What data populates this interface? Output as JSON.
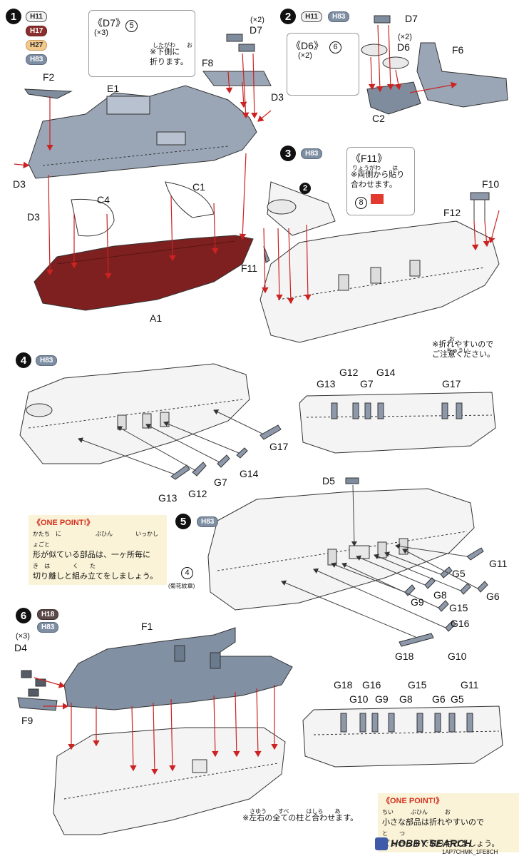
{
  "colors": {
    "gray_part": "#9aa6b6",
    "gray_dark": "#5f6d80",
    "red_hull": "#7e2020",
    "white_hull": "#f4f4f4",
    "arrow": "#cc2222",
    "line": "#444444"
  },
  "steps": {
    "s1": {
      "num": "1",
      "paints": [
        "H11",
        "H17",
        "H27",
        "H83"
      ],
      "d7box": {
        "title": "《D7》",
        "mult": "(×3)",
        "circle": "5",
        "ruby": "したがわ　　お",
        "note": "※下側に\n折ります。"
      },
      "labels": {
        "d7": "D7",
        "d7mult": "(×2)",
        "f8": "F8",
        "f2": "F2",
        "e1": "E1",
        "d3a": "D3",
        "d3b": "D3",
        "d3c": "D3",
        "c4": "C4",
        "c1": "C1",
        "a1": "A1"
      }
    },
    "s2": {
      "num": "2",
      "paints": [
        "H11",
        "H83"
      ],
      "d6box": {
        "title": "《D6》",
        "mult": "(×2)",
        "circle": "6"
      },
      "labels": {
        "d7": "D7",
        "d6mult": "(×2)",
        "d6": "D6",
        "f6": "F6",
        "c2": "C2"
      }
    },
    "s3": {
      "num": "3",
      "paints": [
        "H83"
      ],
      "sub": "2",
      "f11box": {
        "title": "《F11》",
        "ruby": "りょうがわ　　は",
        "note": "※両側から貼り\n合わせます。",
        "circle": "8"
      },
      "labels": {
        "f10": "F10",
        "f12": "F12",
        "f11": "F11"
      },
      "ruby2": "お",
      "warn": "※折れやすいので\nご注意ください。",
      "ruby3": "ちゅうい"
    },
    "s4": {
      "num": "4",
      "paints": [
        "H83"
      ],
      "labels": {
        "g17": "G17",
        "g14": "G14",
        "g7": "G7",
        "g12": "G12",
        "g13": "G13"
      },
      "side": {
        "g12": "G12",
        "g14": "G14",
        "g13": "G13",
        "g7": "G7",
        "g17": "G17"
      }
    },
    "onepoint1": {
      "head": "《ONE POINT!》",
      "ruby": "かたち　に　　　　　　ぶひん　　　　いっかしょごと",
      "line1": "形が似ている部品は、一ヶ所毎に",
      "ruby2": "き　は　　　　く　　た",
      "line2": "切り離しと組み立てをしましょう。"
    },
    "s5": {
      "num": "5",
      "paints": [
        "H83"
      ],
      "labels": {
        "d5": "D5",
        "c4note": "(菊花紋章)",
        "g11": "G11",
        "g5": "G5",
        "g6": "G6",
        "g8": "G8",
        "g15": "G15",
        "g9": "G9",
        "g16": "G16",
        "g18": "G18",
        "g10": "G10"
      },
      "circle": "4"
    },
    "s6": {
      "num": "6",
      "paints": [
        "H18",
        "H83"
      ],
      "labels": {
        "f1": "F1",
        "d4mult": "(×3)",
        "d4": "D4",
        "f9": "F9"
      },
      "note": "※左右の全ての柱と合わせます。",
      "ruby": "さゆう　　すべ　　　はしら　　あ",
      "side": {
        "g18": "G18",
        "g16": "G16",
        "g15": "G15",
        "g11": "G11",
        "g10": "G10",
        "g9": "G9",
        "g8": "G8",
        "g6": "G6",
        "g5": "G5"
      }
    },
    "onepoint2": {
      "head": "《ONE POINT!》",
      "ruby": "ちい　　　ぶひん　　　お",
      "line1": "小さな部品は折れやすいので",
      "ruby2": "と　　つ",
      "line2": "ピンセットで取り付けましょう。"
    }
  },
  "watermark": {
    "brand": "HOBBY SEARCH",
    "code": "1AP7CHMK_1FE8CH"
  }
}
